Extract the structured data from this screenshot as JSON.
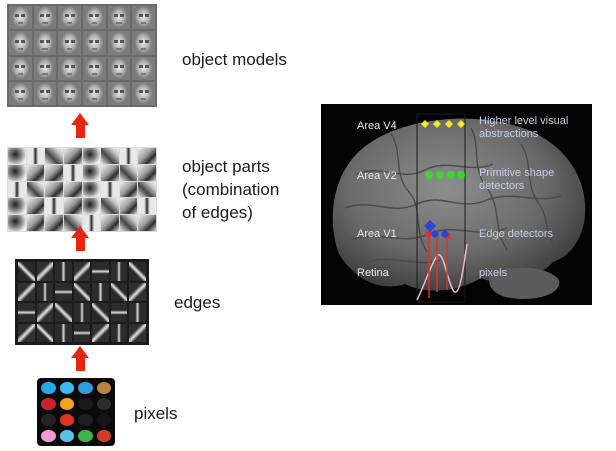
{
  "hierarchy": {
    "object_models_label": "object models",
    "object_parts_label_lines": [
      "object parts",
      "(combination",
      "of edges)"
    ],
    "edges_label": "edges",
    "pixels_label": "pixels",
    "pixel_colors": [
      "#29a8e6",
      "#3cb9ee",
      "#2f9ed8",
      "#b9853f",
      "#c7222d",
      "#f4a21c",
      "#1a1a1a",
      "#2c2c2c",
      "#232323",
      "#e23322",
      "#1e1e1e",
      "#161616",
      "#f29ad0",
      "#57c2e7",
      "#3eb548",
      "#d63a2b"
    ]
  },
  "brain": {
    "areas": [
      {
        "name": "Area V4",
        "description_lines": [
          "Higher level visual",
          "abstractions"
        ]
      },
      {
        "name": "Area V2",
        "description_lines": [
          "Primitive shape",
          "detectors"
        ]
      },
      {
        "name": "Area V1",
        "description_lines": [
          "Edge detectors"
        ]
      },
      {
        "name": "Retina",
        "description_lines": [
          "pixels"
        ]
      }
    ],
    "colors": {
      "v4_dots": "#f3ea2a",
      "v2_dots": "#3cd52b",
      "v1_dots": "#2a45d6",
      "signal": "#e0302b",
      "retina_curve": "#f0b8c4"
    }
  },
  "colors": {
    "arrow": "#e8250e"
  }
}
